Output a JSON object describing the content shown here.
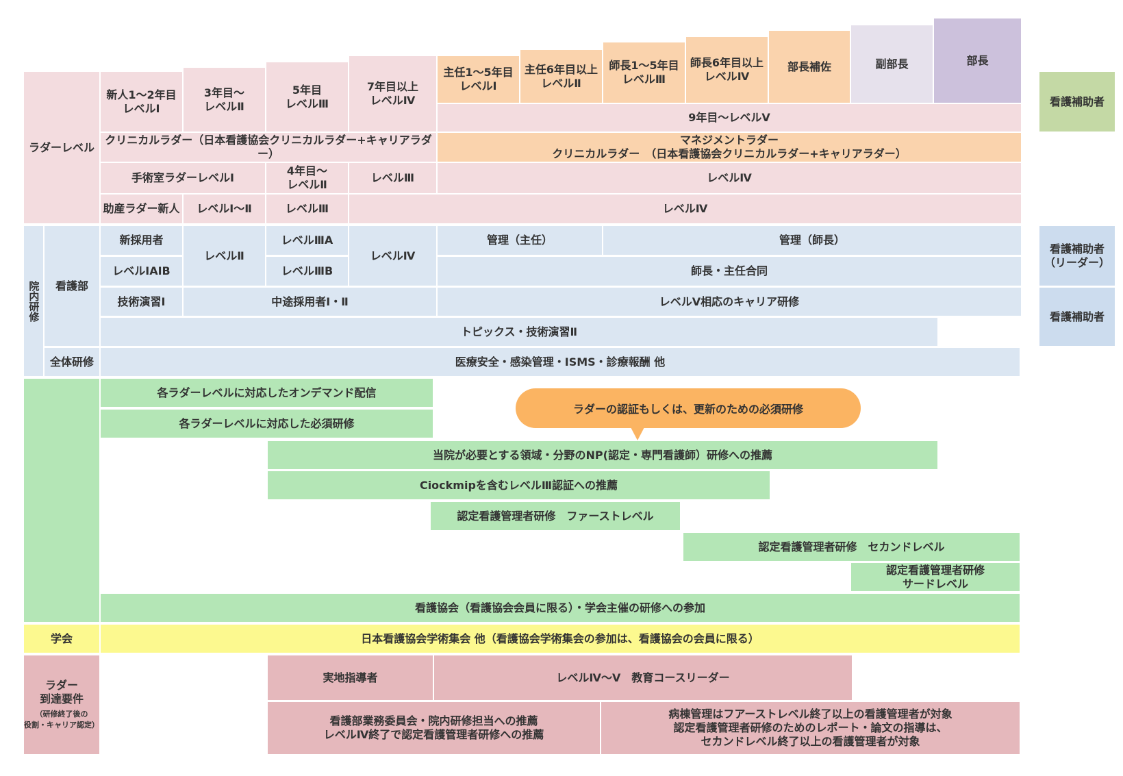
{
  "header": {
    "level1": "新人1～2年目\nレベルⅠ",
    "level2": "3年目～\nレベルⅡ",
    "level3": "5年目\nレベルⅢ",
    "level4": "7年目以上\nレベルⅣ",
    "chief1": "主任1～5年目\nレベルⅠ",
    "chief2": "主任6年目以上\nレベルⅡ",
    "head1": "師長1～5年目\nレベルⅢ",
    "head2": "師長6年目以上\nレベルⅣ",
    "dept_assist": "部長補佐",
    "deputy_director": "副部長",
    "director": "部長",
    "level5": "9年目～レベルⅤ",
    "assistant": "看護補助者"
  },
  "ladder": {
    "section_label": "ラダーレベル",
    "clinical": "クリニカルラダー（日本看護協会クリニカルラダー+キャリアラダー）",
    "management": "マネジメントラダー\nクリニカルラダー　（日本看護協会クリニカルラダー+キャリアラダー）",
    "or_level1": "手術室ラダーレベルⅠ",
    "or_level2": "4年目～\nレベルⅡ",
    "or_level3": "レベルⅢ",
    "or_level4": "レベルⅣ",
    "mw_new": "助産ラダー新人",
    "mw_level12": "レベルⅠ～Ⅱ",
    "mw_level3": "レベルⅢ",
    "mw_level4": "レベルⅣ"
  },
  "inhouse": {
    "section_label": "院内研修",
    "dept_label": "看護部",
    "new_hire": "新採用者",
    "level2": "レベルⅡ",
    "level3a": "レベルⅢA",
    "level4": "レベルⅣ",
    "mgmt_chief": "管理（主任）",
    "mgmt_head": "管理（師長）",
    "level1ab": "レベルⅠAⅠB",
    "level3b": "レベルⅢB",
    "joint": "師長・主任合同",
    "skill1": "技術演習Ⅰ",
    "midcareer": "中途採用者Ⅰ・Ⅱ",
    "career5": "レベルⅤ相応のキャリア研修",
    "topics": "トピックス・技術演習Ⅱ",
    "assistant_leader": "看護補助者\n（リーダー）",
    "assistant": "看護補助者",
    "all_label": "全体研修",
    "all_content": "医療安全・感染管理・ISMS・診療報酬 他"
  },
  "external": {
    "ondemand": "各ラダーレベルに対応したオンデマンド配信",
    "required": "各ラダーレベルに対応した必須研修",
    "callout": "ラダーの認証もしくは、更新のための必須研修",
    "np": "当院が必要とする領域・分野のNP(認定・専門看護師）研修への推薦",
    "ciockmip": "Ciockmipを含むレベルⅢ認証への推薦",
    "first": "認定看護管理者研修　ファーストレベル",
    "second": "認定看護管理者研修　セカンドレベル",
    "third": "認定看護管理者研修\nサードレベル",
    "association": "看護協会（看護協会会員に限る）・学会主催の研修への参加"
  },
  "academic": {
    "label": "学会",
    "content": "日本看護協会学術集会 他（看護協会学術集会の参加は、看護協会の会員に限る）"
  },
  "requirements": {
    "label": "ラダー\n到達要件",
    "sublabel": "（研修終了後の\n役割・キャリア認定）",
    "preceptor": "実地指導者",
    "course_leader": "レベルⅣ～Ⅴ　教育コースリーダー",
    "committee": "看護部業務委員会・院内研修担当への推薦\nレベルⅣ終了で認定看護管理者研修への推薦",
    "ward_mgmt": "病棟管理はフアーストレベル終了以上の看護管理者が対象\n認定看護管理者研修のためのレポート・論文の指導は、\nセカンドレベル終了以上の看護管理者が対象"
  },
  "colors": {
    "pink": "#f3dcdf",
    "orange": "#fad3ad",
    "lavender": "#e6e1ec",
    "purple": "#ccc1dc",
    "olive": "#c4d9a5",
    "blue": "#dbe6f2",
    "green": "#b4e6b6",
    "yellow": "#fcf98f",
    "rose": "#e5b8bc",
    "callout": "#fbb462"
  }
}
